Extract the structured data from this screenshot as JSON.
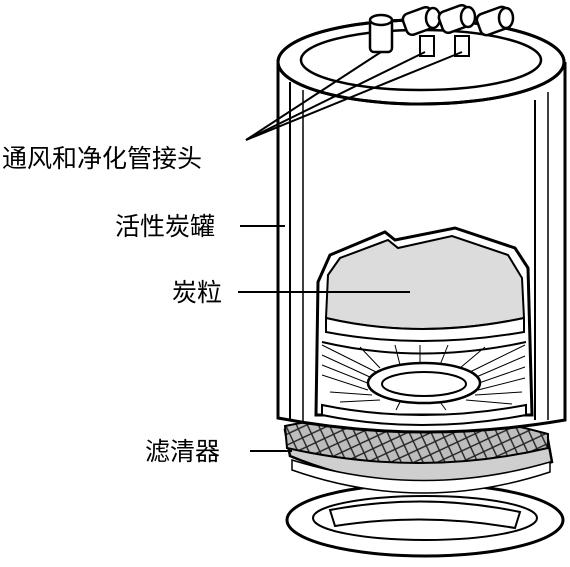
{
  "labels": {
    "vent_connectors": "通风和净化管接头",
    "canister": "活性炭罐",
    "carbon_granules": "炭粒",
    "filter": "滤清器"
  }
}
